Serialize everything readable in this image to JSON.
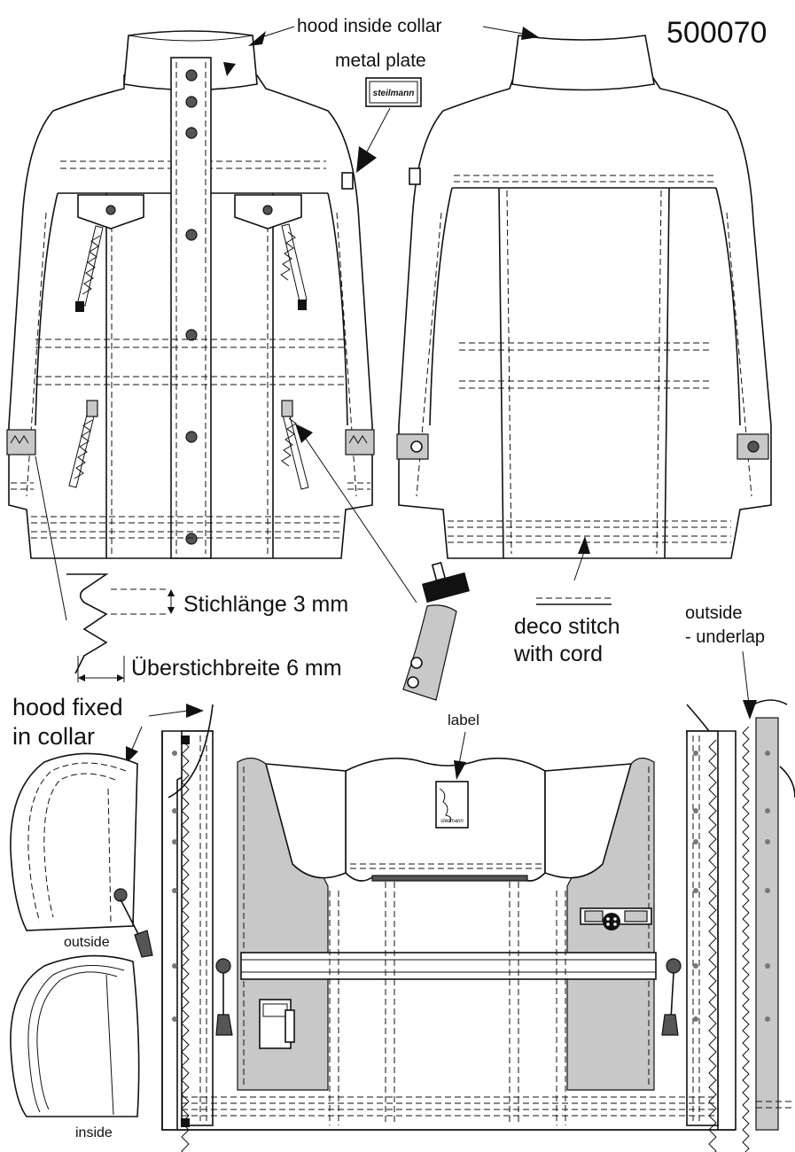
{
  "style_number": "500070",
  "labels": {
    "hood_inside_collar": "hood inside collar",
    "metal_plate": "metal plate",
    "stitch_length": "Stichlänge 3 mm",
    "overstitch_width": "Überstichbreite 6 mm",
    "deco_stitch_line1": "deco stitch",
    "deco_stitch_line2": "with cord",
    "outside_underlap_line1": "outside",
    "outside_underlap_line2": "- underlap",
    "hood_fixed_line1": "hood fixed",
    "hood_fixed_line2": "in collar",
    "label": "label",
    "hood_outside": "outside",
    "hood_inside": "inside"
  },
  "brand": {
    "logo_text": "steilmann"
  },
  "colors": {
    "line": "#111111",
    "fill_gray": "#c8c8c8",
    "button": "#555555"
  },
  "icons": [
    "button-icon",
    "zipper-pull-icon",
    "metal-plate-icon",
    "cord-stopper-icon"
  ]
}
